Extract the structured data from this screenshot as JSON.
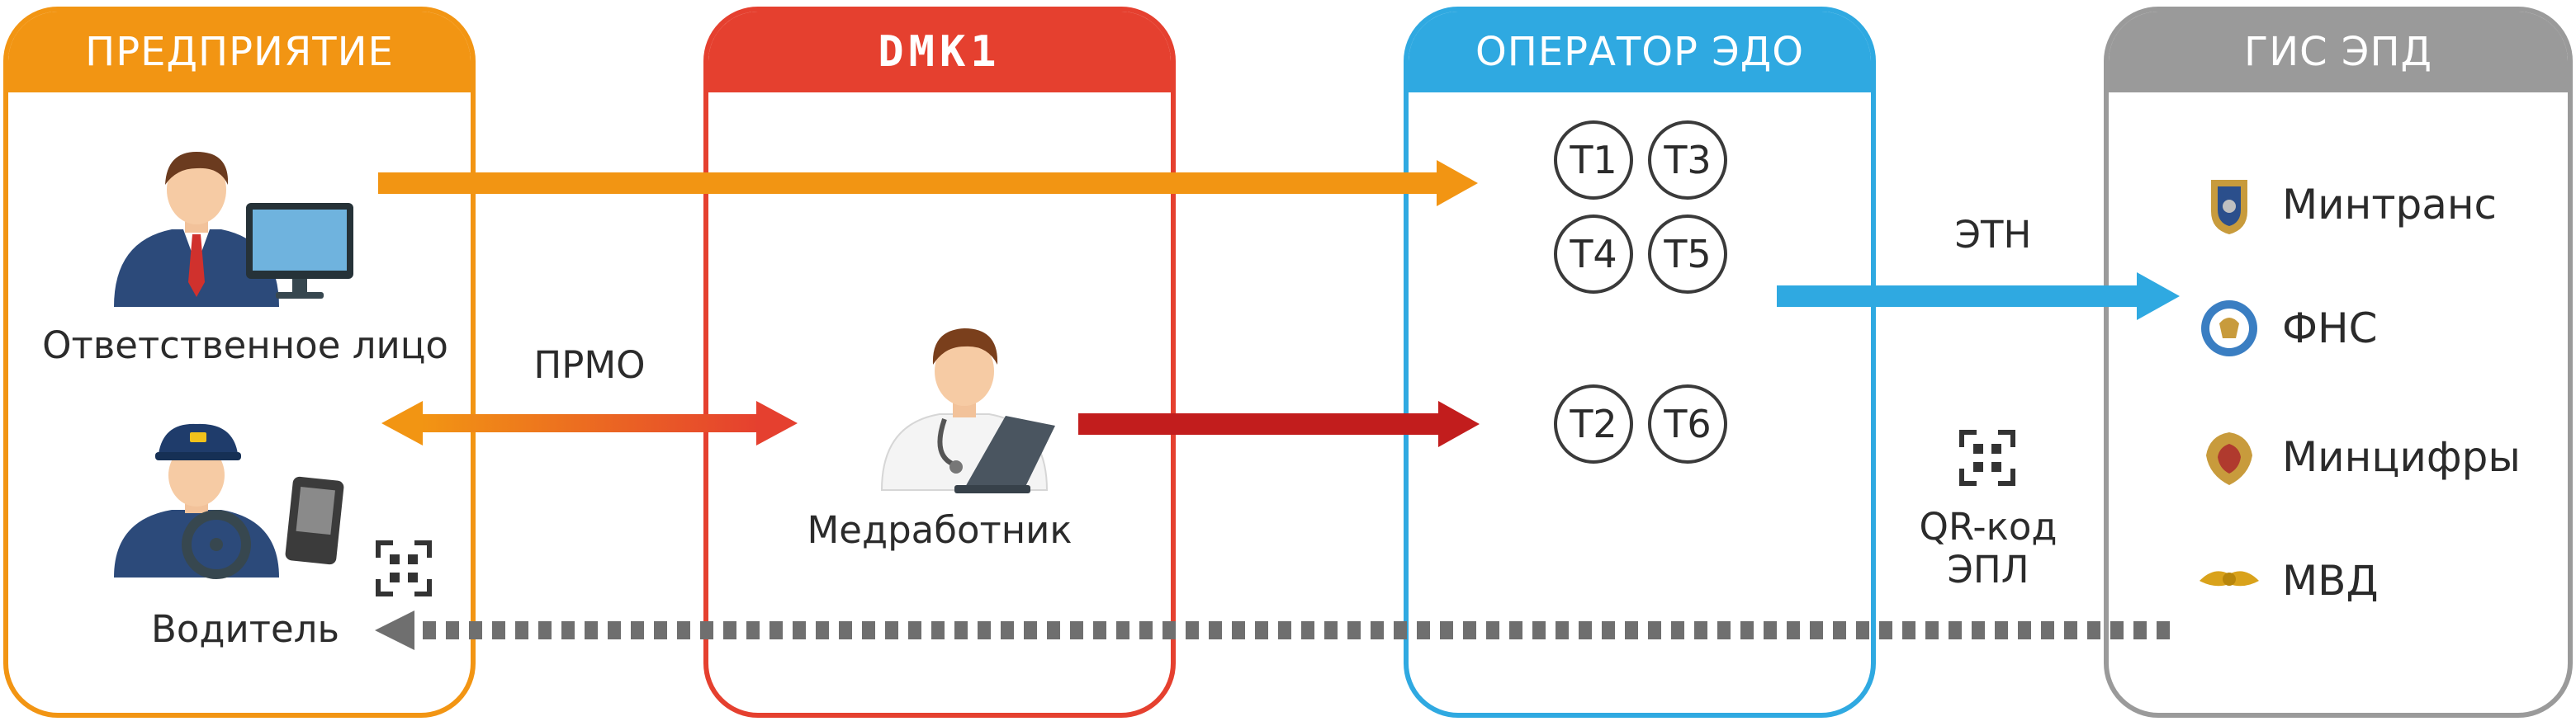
{
  "colors": {
    "enterprise": "#f29513",
    "dmk": "#e5402f",
    "operator": "#2fa9e1",
    "gis": "#9a9a9a",
    "arrow_red": "#c21d1d",
    "arrow_dashed": "#6f6f6f"
  },
  "panels": {
    "enterprise": "ПРЕДПРИЯТИЕ",
    "dmk": "DMK1",
    "operator": "ОПЕРАТОР ЭДО",
    "gis": "ГИС ЭПД"
  },
  "enterprise": {
    "responsible": "Ответственное лицо",
    "driver": "Водитель",
    "icons": [
      "manager-avatar-icon",
      "monitor-icon",
      "driver-avatar-icon",
      "tablet-device-icon",
      "qr-code-icon"
    ]
  },
  "dmk": {
    "medic": "Медработник",
    "icons": [
      "doctor-laptop-icon"
    ]
  },
  "operator": {
    "group_a": [
      "Т1",
      "Т3",
      "Т4",
      "Т5"
    ],
    "group_b": [
      "Т2",
      "Т6"
    ]
  },
  "flows": {
    "prmo": "ПРМО",
    "etn": "ЭТН",
    "qr_line1": "QR-код",
    "qr_line2": "ЭПЛ"
  },
  "gis": {
    "items": [
      {
        "label": "Минтранс",
        "icon": "mintrans-emblem-icon"
      },
      {
        "label": "ФНС",
        "icon": "fns-emblem-icon"
      },
      {
        "label": "Минцифры",
        "icon": "mintsifry-emblem-icon"
      },
      {
        "label": "МВД",
        "icon": "mvd-emblem-icon"
      }
    ]
  }
}
